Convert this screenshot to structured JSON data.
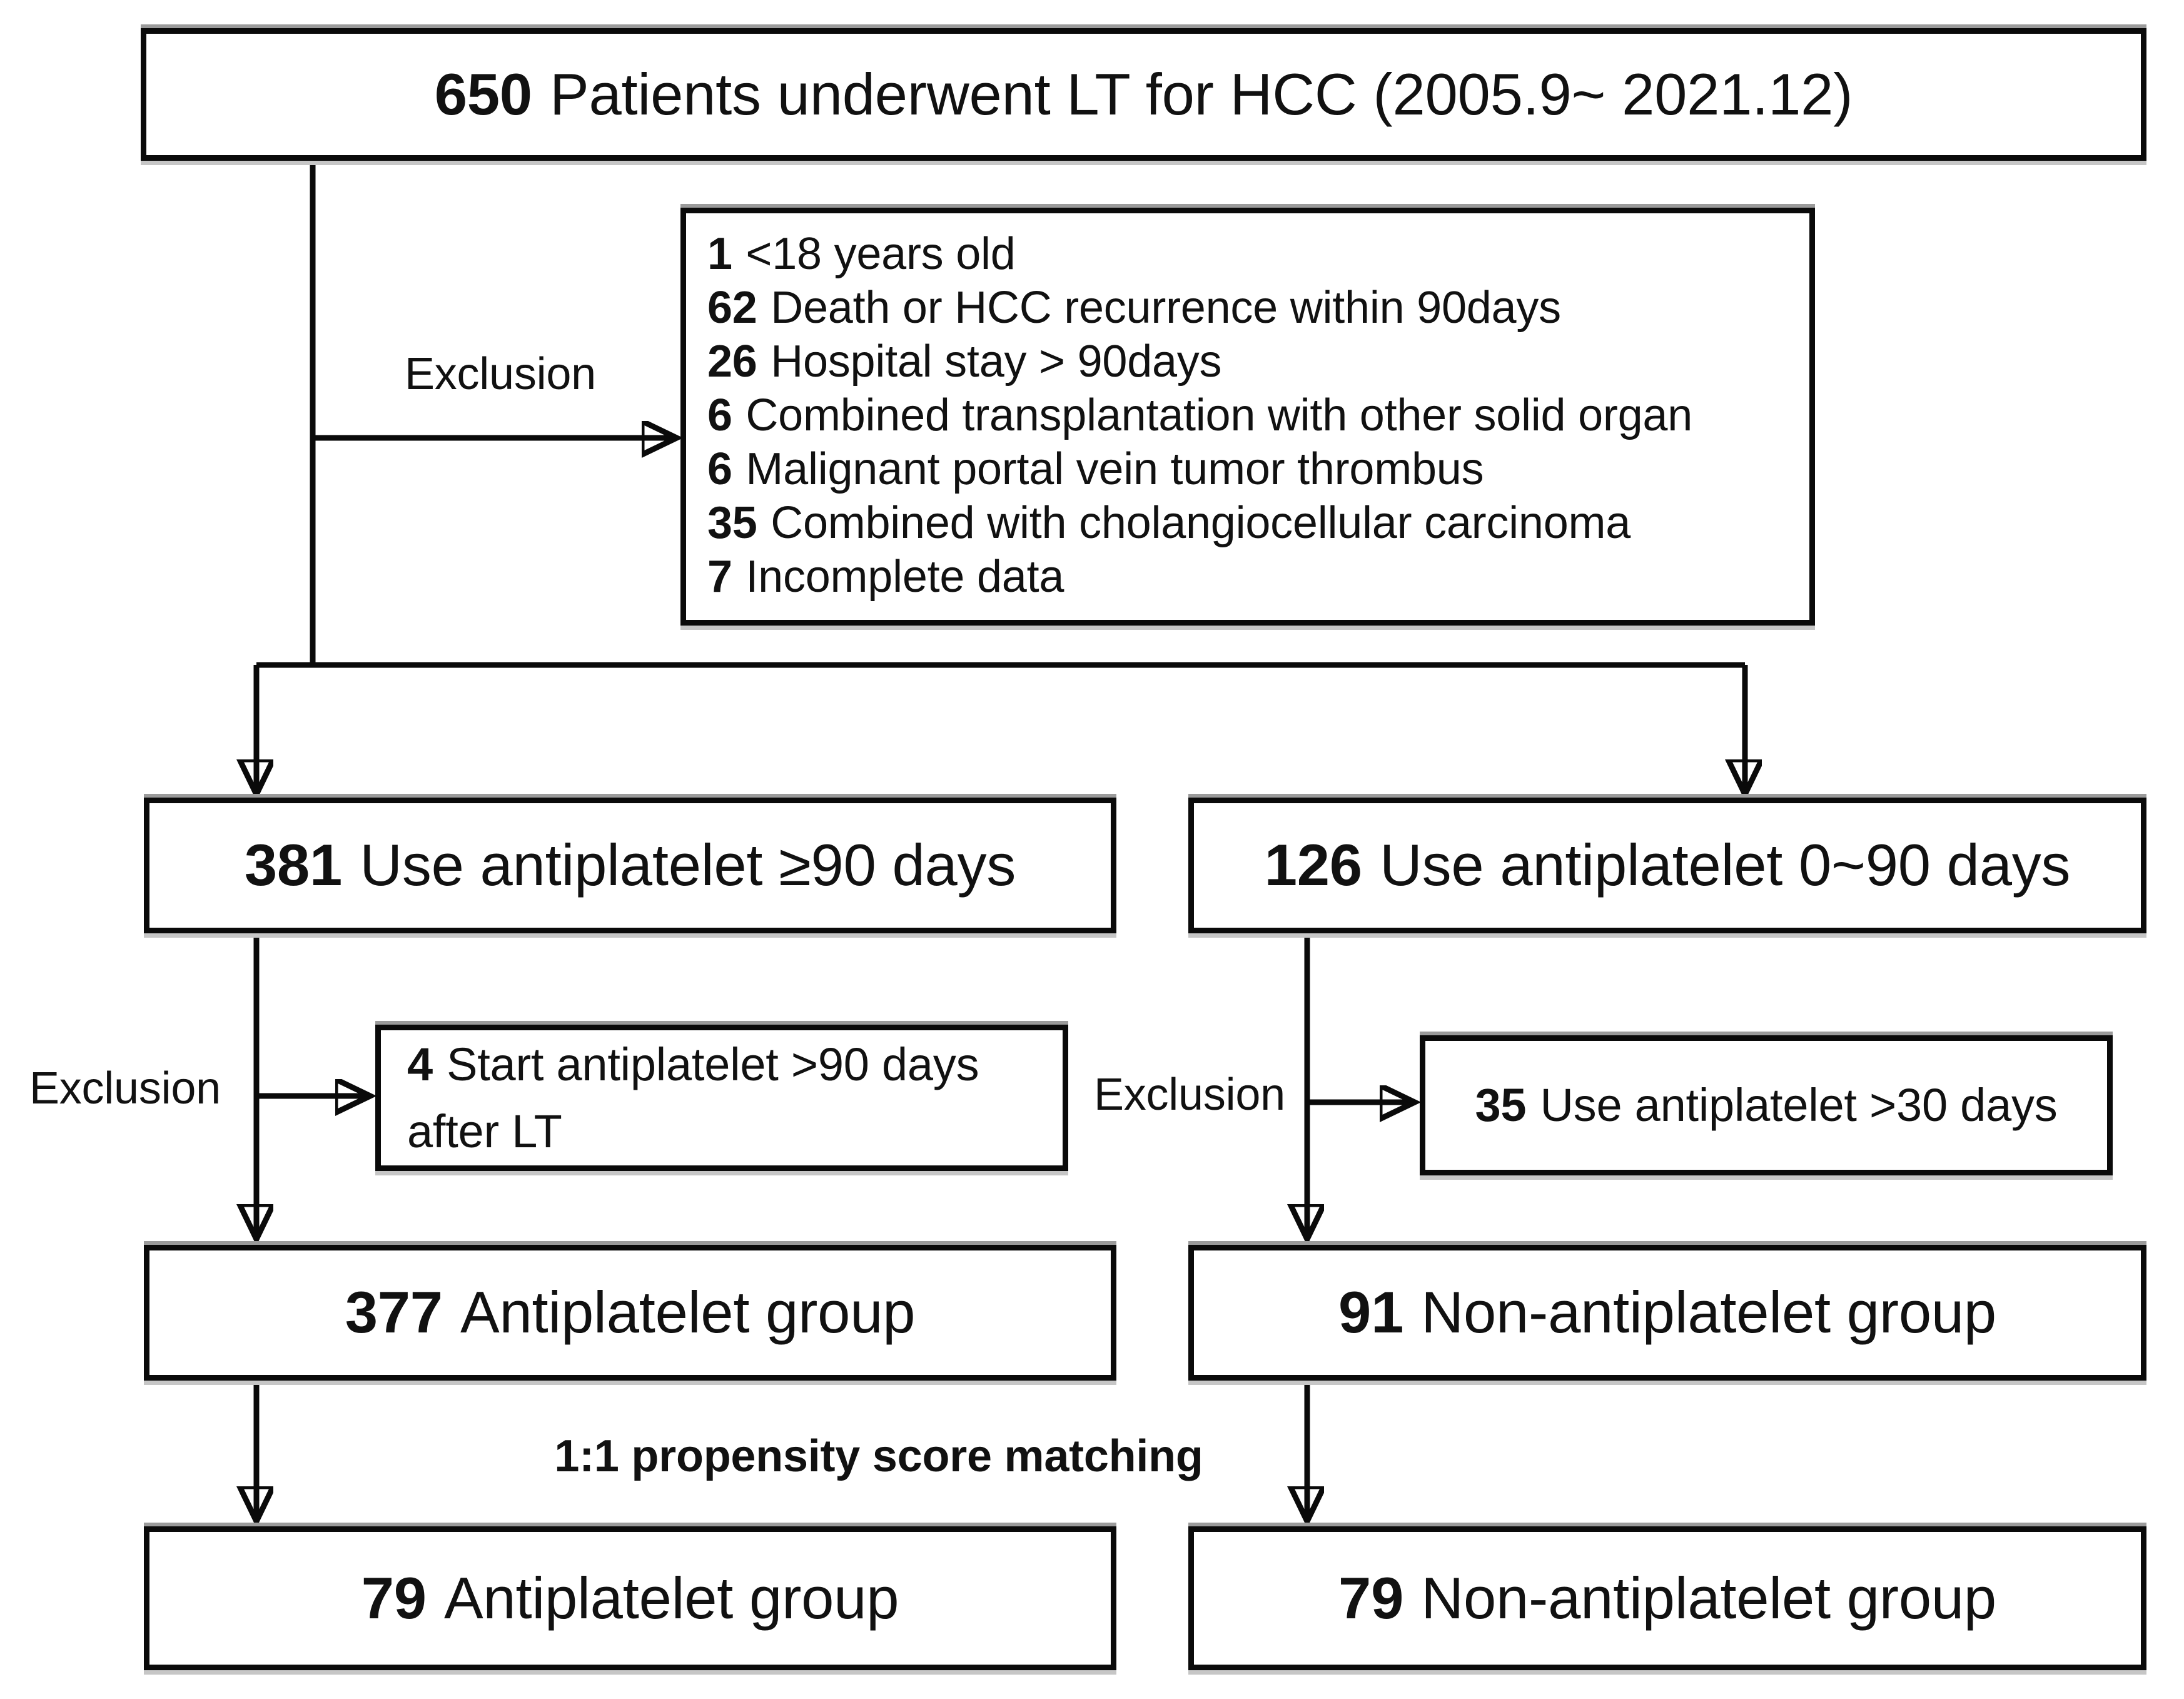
{
  "colors": {
    "line": "#0a0a0a",
    "box_border": "#0a0a0a",
    "background": "#ffffff",
    "text": "#111111"
  },
  "flowchart": {
    "top": {
      "count": "650",
      "label": "Patients underwent LT for HCC (2005.9~ 2021.12)"
    },
    "exclusion_top": {
      "label": "Exclusion",
      "items": [
        {
          "count": "1",
          "text": "<18 years old"
        },
        {
          "count": "62",
          "text": "Death or HCC recurrence within 90days"
        },
        {
          "count": "26",
          "text": "Hospital stay > 90days"
        },
        {
          "count": "6",
          "text": "Combined transplantation with other solid organ"
        },
        {
          "count": "6",
          "text": "Malignant portal vein tumor thrombus"
        },
        {
          "count": "35",
          "text": "Combined with cholangiocellular carcinoma"
        },
        {
          "count": "7",
          "text": "Incomplete data"
        }
      ]
    },
    "branch_left": {
      "count": "381",
      "label": "Use antiplatelet ≥90 days"
    },
    "branch_right": {
      "count": "126",
      "label": "Use antiplatelet 0~90 days"
    },
    "excl_left": {
      "label": "Exclusion",
      "count": "4",
      "text": "Start antiplatelet >90 days after LT"
    },
    "excl_right": {
      "label": "Exclusion",
      "count": "35",
      "text": "Use antiplatelet >30 days"
    },
    "group_left": {
      "count": "377",
      "label": "Antiplatelet group"
    },
    "group_right": {
      "count": "91",
      "label": "Non-antiplatelet group"
    },
    "matching_label": "1:1 propensity score matching",
    "matched_left": {
      "count": "79",
      "label": "Antiplatelet group"
    },
    "matched_right": {
      "count": "79",
      "label": "Non-antiplatelet group"
    }
  }
}
